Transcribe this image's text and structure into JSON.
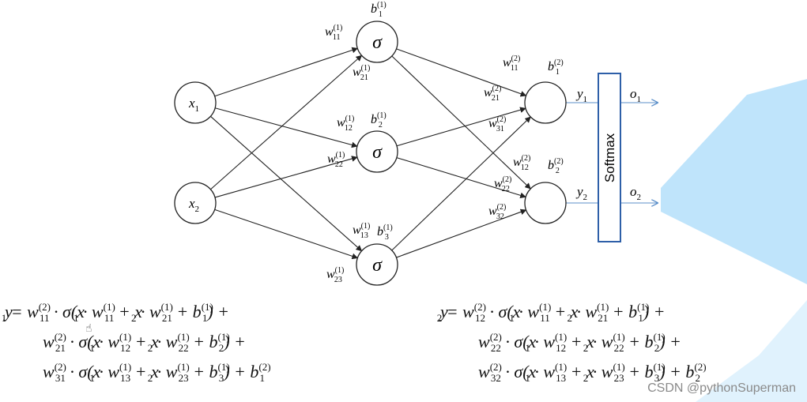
{
  "network": {
    "inputs": [
      {
        "var": "x",
        "sub": "1"
      },
      {
        "var": "x",
        "sub": "2"
      }
    ],
    "hidden": [
      {
        "symbol": "σ",
        "bias": {
          "var": "b",
          "sub": "1",
          "sup": "(1)"
        }
      },
      {
        "symbol": "σ",
        "bias": {
          "var": "b",
          "sub": "2",
          "sup": "(1)"
        }
      },
      {
        "symbol": "σ",
        "bias": {
          "var": "b",
          "sub": "3",
          "sup": "(1)"
        }
      }
    ],
    "output_biases": [
      {
        "var": "b",
        "sub": "1",
        "sup": "(2)"
      },
      {
        "var": "b",
        "sub": "2",
        "sup": "(2)"
      }
    ],
    "layer1_weights": [
      {
        "var": "w",
        "sub": "11",
        "sup": "(1)"
      },
      {
        "var": "w",
        "sub": "21",
        "sup": "(1)"
      },
      {
        "var": "w",
        "sub": "12",
        "sup": "(1)"
      },
      {
        "var": "w",
        "sub": "22",
        "sup": "(1)"
      },
      {
        "var": "w",
        "sub": "13",
        "sup": "(1)"
      },
      {
        "var": "w",
        "sub": "23",
        "sup": "(1)"
      }
    ],
    "layer2_weights": [
      {
        "var": "w",
        "sub": "11",
        "sup": "(2)"
      },
      {
        "var": "w",
        "sub": "21",
        "sup": "(2)"
      },
      {
        "var": "w",
        "sub": "31",
        "sup": "(2)"
      },
      {
        "var": "w",
        "sub": "12",
        "sup": "(2)"
      },
      {
        "var": "w",
        "sub": "22",
        "sup": "(2)"
      },
      {
        "var": "w",
        "sub": "32",
        "sup": "(2)"
      }
    ],
    "pre_softmax": [
      {
        "var": "y",
        "sub": "1"
      },
      {
        "var": "y",
        "sub": "2"
      }
    ],
    "outputs": [
      {
        "var": "o",
        "sub": "1"
      },
      {
        "var": "o",
        "sub": "2"
      }
    ],
    "softmax_label": "Softmax"
  },
  "equations": {
    "y1": [
      "y<sub>1</sub> = w<sup>(2)</sup><sub>11</sub> · σ(x<sub>1</sub> · w<sup>(1)</sup><sub>11</sub> + x<sub>2</sub> · w<sup>(1)</sup><sub>21</sub> + b<sup>(1)</sup><sub>1</sub>) +",
      "w<sup>(2)</sup><sub>21</sub> · σ(x<sub>1</sub> · w<sup>(1)</sup><sub>12</sub> + x<sub>2</sub> · w<sup>(1)</sup><sub>22</sub> + b<sup>(1)</sup><sub>2</sub>) +",
      "w<sup>(2)</sup><sub>31</sub> · σ(x<sub>1</sub> · w<sup>(1)</sup><sub>13</sub> + x<sub>2</sub> · w<sup>(1)</sup><sub>23</sub> + b<sup>(1)</sup><sub>3</sub>) + b<sup>(2)</sup><sub>1</sub>"
    ],
    "y2": [
      "y<sub>2</sub> = w<sup>(2)</sup><sub>12</sub> · σ(x<sub>1</sub> · w<sup>(1)</sup><sub>11</sub> + x<sub>2</sub> · w<sup>(1)</sup><sub>21</sub> + b<sup>(1)</sup><sub>1</sub>) +",
      "w<sup>(2)</sup><sub>22</sub> · σ(x<sub>1</sub> · w<sup>(1)</sup><sub>12</sub> + x<sub>2</sub> · w<sup>(1)</sup><sub>22</sub> + b<sup>(1)</sup><sub>2</sub>) +",
      "w<sup>(2)</sup><sub>32</sub> · σ(x<sub>1</sub> · w<sup>(1)</sup><sub>13</sub> + x<sub>2</sub> · w<sup>(1)</sup><sub>23</sub> + b<sup>(1)</sup><sub>3</sub>) + b<sup>(2)</sup><sub>2</sub>"
    ]
  },
  "watermark": "CSDN @pythonSuperman",
  "colors": {
    "line": "#222222",
    "output_arrow": "#5b8fc9",
    "softmax_border": "#2e5fa8",
    "highlight": "#bfe4fb"
  },
  "icons": {
    "cursor": "hand-cursor-icon"
  }
}
